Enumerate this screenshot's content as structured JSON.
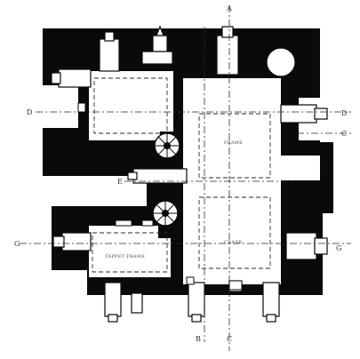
{
  "labels": {
    "top_A": "A",
    "left_D": "D",
    "right_D": "D",
    "right_C": "C",
    "left_E": "E",
    "left_G": "G",
    "right_G": "G",
    "bottom_B": "B",
    "bottom_C": "C",
    "upper_chamber": "FRAME",
    "lower_chamber": "CRANK",
    "lower_left_box": "TAPPET FRAME"
  },
  "colors": {
    "ink": "#0a0a0a",
    "paper": "#ffffff",
    "line": "#2a2a2a"
  }
}
